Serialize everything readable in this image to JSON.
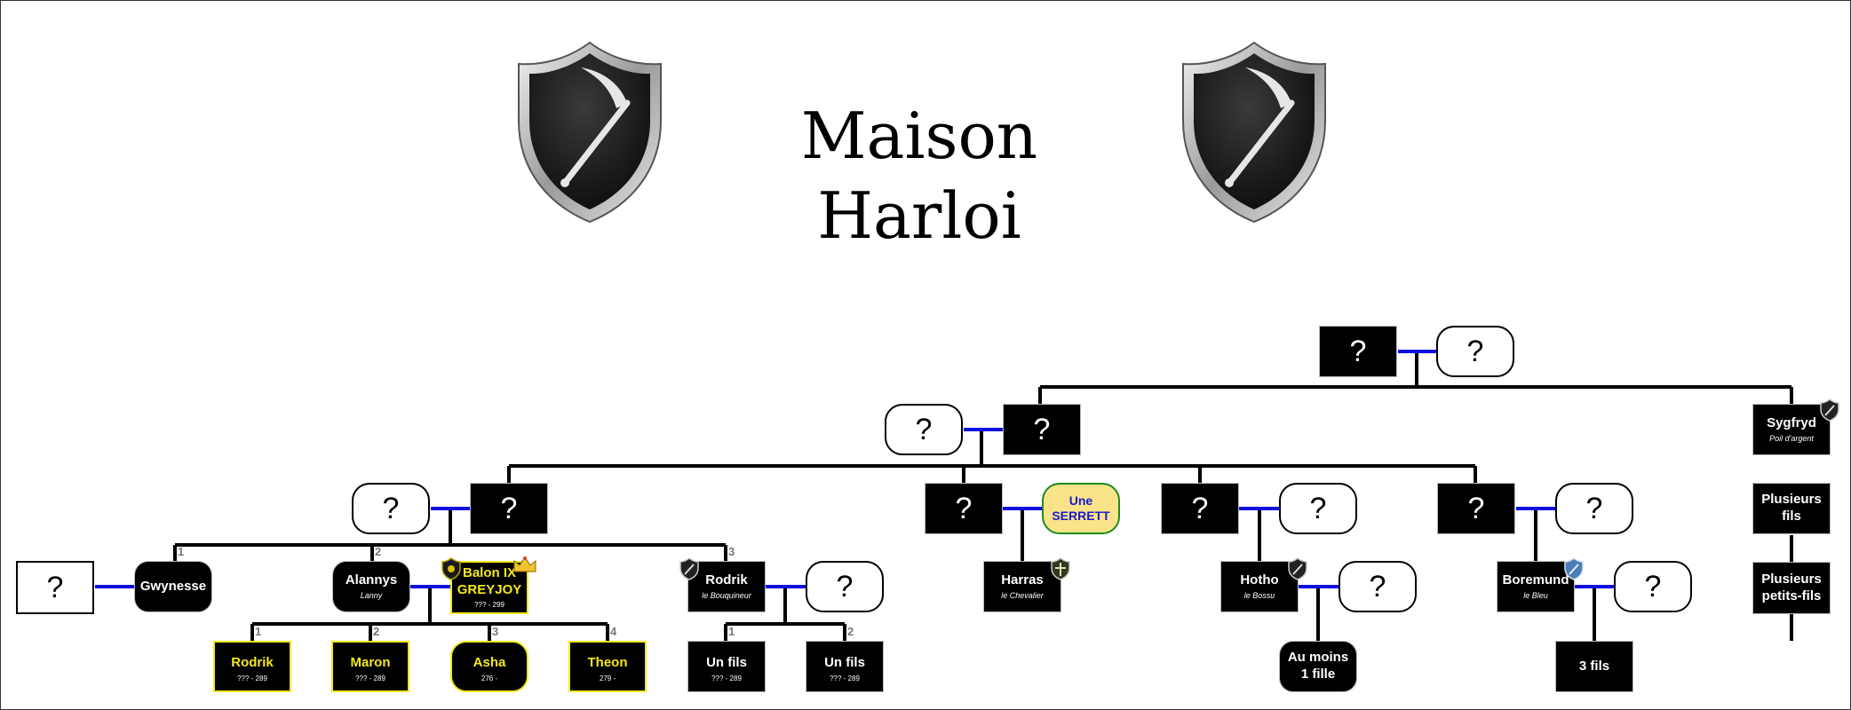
{
  "title": "Maison Harloi",
  "icons": {
    "shield": "scythe-shield-icon",
    "crown": "crown-icon",
    "small_shield": "small-shield-icon"
  },
  "colors": {
    "spouse_link": "#1010e0",
    "descent_line": "#000000",
    "greyjoy_text": "#f5e81c",
    "serrett_fill": "#fbe38a",
    "serrett_text": "#1a1acc",
    "serrett_border": "#1e8a1e"
  },
  "persons": {
    "p_top_m": {
      "name": "?"
    },
    "p_top_f": {
      "name": "?"
    },
    "p_g2_f": {
      "name": "?"
    },
    "p_g2_m": {
      "name": "?"
    },
    "p_sygfryd": {
      "name": "Sygfryd",
      "epithet": "Poil d'argent"
    },
    "p_a_f": {
      "name": "?"
    },
    "p_a_m": {
      "name": "?"
    },
    "p_b_m": {
      "name": "?"
    },
    "p_serrett": {
      "name": "Une SERRETT"
    },
    "p_c_m": {
      "name": "?"
    },
    "p_c_f": {
      "name": "?"
    },
    "p_d_m": {
      "name": "?"
    },
    "p_d_f": {
      "name": "?"
    },
    "p_plusieurs_fils": {
      "name": "Plusieurs fils"
    },
    "p_plusieurs_petits_fils": {
      "name": "Plusieurs petits-fils"
    },
    "p_gwyn_spouse": {
      "name": "?"
    },
    "p_gwynesse": {
      "name": "Gwynesse"
    },
    "p_alannys": {
      "name": "Alannys",
      "epithet": "Lanny"
    },
    "p_balon": {
      "name": "Balon IX GREYJOY",
      "dates": "??? - 299"
    },
    "p_rodrik_b": {
      "name": "Rodrik",
      "epithet": "le Bouquineur"
    },
    "p_rodrik_b_spouse": {
      "name": "?"
    },
    "p_harras": {
      "name": "Harras",
      "epithet": "le Chevalier"
    },
    "p_hotho": {
      "name": "Hotho",
      "epithet": "le Bossu"
    },
    "p_hotho_spouse": {
      "name": "?"
    },
    "p_boremund": {
      "name": "Boremund",
      "epithet": "le Bleu"
    },
    "p_boremund_spouse": {
      "name": "?"
    },
    "p_rodrik_g": {
      "name": "Rodrik",
      "dates": "??? - 289"
    },
    "p_maron": {
      "name": "Maron",
      "dates": "??? - 289"
    },
    "p_asha": {
      "name": "Asha",
      "dates": "276 -"
    },
    "p_theon": {
      "name": "Theon",
      "dates": "279 -"
    },
    "p_unfils_1": {
      "name": "Un fils",
      "dates": "??? - 289"
    },
    "p_unfils_2": {
      "name": "Un fils",
      "dates": "??? - 289"
    },
    "p_au_moins": {
      "name": "Au moins 1 fille"
    },
    "p_3_fils": {
      "name": "3 fils"
    }
  },
  "birth_order": {
    "gwynesse": "1",
    "alannys": "2",
    "rodrik_b": "3",
    "rodrik_g": "1",
    "maron": "2",
    "asha": "3",
    "theon": "4",
    "unfils_1": "1",
    "unfils_2": "2"
  }
}
